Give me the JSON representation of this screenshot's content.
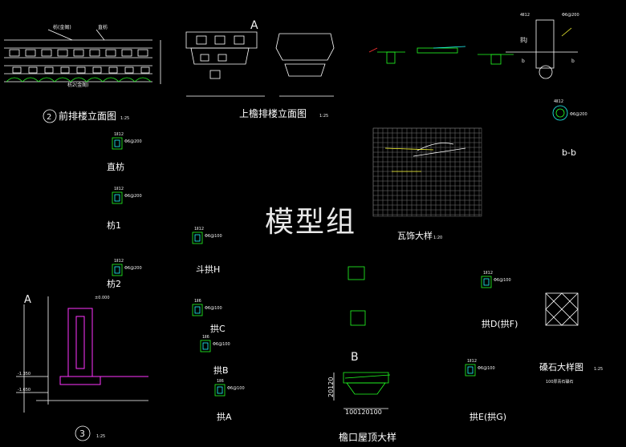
{
  "watermark": "模型组",
  "views": {
    "front_eave": {
      "title": "前排楼立面图",
      "circle_no": "2",
      "scale": "1:25",
      "label_top_a": "枋(金阁)",
      "label_top_b": "直枋",
      "label_bottom": "枋2(金阁)"
    },
    "upper_eave": {
      "title": "上檐排楼立面图",
      "scale": "1:25",
      "section_mark": "A"
    },
    "section_b": {
      "title": "b-b",
      "rebar": "4Ⅱ12",
      "stirrup": "Φ6@200"
    },
    "detail_3": {
      "circle_no": "3",
      "scale": "1:25",
      "mark": "A",
      "elev_top": "±0.000",
      "elev_a": "-1.350",
      "elev_b": "-1.650"
    },
    "parts": [
      {
        "name": "直枋",
        "rebar": "1Ⅱ12",
        "stirrup": "Φ6@200"
      },
      {
        "name": "枋1",
        "rebar": "1Ⅱ12",
        "stirrup": "Φ6@200"
      },
      {
        "name": "枋2",
        "rebar": "1Ⅱ12",
        "stirrup": "Φ6@200"
      },
      {
        "name": "斗拱H",
        "rebar": "1Ⅱ12",
        "stirrup": "Φ6@100"
      },
      {
        "name": "拱C",
        "rebar": "1Ⅱ6",
        "stirrup": "Φ6@100"
      },
      {
        "name": "拱B",
        "rebar": "1Ⅱ6",
        "stirrup": "Φ6@100"
      },
      {
        "name": "拱A",
        "rebar": "1Ⅱ6",
        "stirrup": "Φ6@100"
      },
      {
        "name": "拱D(拱F)",
        "rebar": "1Ⅱ12",
        "stirrup": "Φ6@100"
      },
      {
        "name": "拱E(拱G)",
        "rebar": "1Ⅱ12",
        "stirrup": "Φ6@100"
      }
    ],
    "roof_detail": {
      "title": "檐口屋顶大样",
      "dims": "100120100",
      "dim_v": "20120"
    },
    "tile_detail": {
      "title": "瓦饰大样",
      "scale": "1:20"
    },
    "stone_detail": {
      "title": "磉石大样图",
      "scale": "1:25",
      "note": "100厚青石磉石"
    },
    "section_mark_b": "B",
    "top_right_labels": {
      "rebar": "4Ⅱ12",
      "stirrup": "Φ6@200",
      "arch": "拱J",
      "b": "b",
      "hook": "b"
    }
  }
}
